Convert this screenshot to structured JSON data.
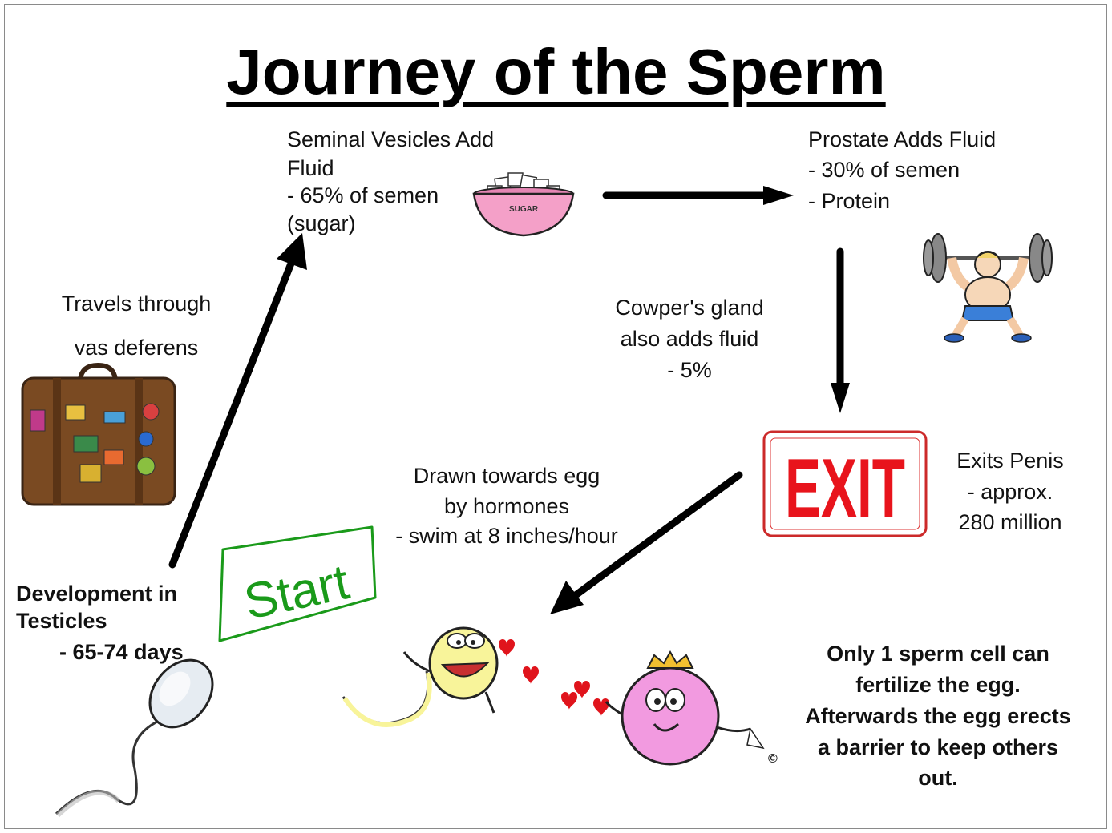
{
  "title": "Journey of the Sperm",
  "steps": {
    "seminal": {
      "heading": "Seminal Vesicles Add Fluid",
      "detail1": "- 65% of semen",
      "detail2": "(sugar)"
    },
    "prostate": {
      "heading": "Prostate Adds Fluid",
      "detail1": "- 30% of semen",
      "detail2": "- Protein"
    },
    "cowper": {
      "line1": "Cowper's gland",
      "line2": "also adds fluid",
      "line3": "- 5%"
    },
    "exit": {
      "line1": "Exits Penis",
      "line2": "- approx.",
      "line3": "280 million"
    },
    "drawn": {
      "line1": "Drawn towards egg",
      "line2": "by hormones",
      "line3": "- swim at 8 inches/hour"
    },
    "vas": {
      "line1": "Travels through",
      "line2": "vas deferens"
    },
    "development": {
      "line1": "Development in",
      "line2": "Testicles",
      "line3": "- 65-74 days"
    },
    "fertilize": {
      "line1": "Only 1 sperm cell can",
      "line2": "fertilize the egg.",
      "line3": "Afterwards the egg erects",
      "line4": "a barrier to keep others",
      "line5": "out."
    }
  },
  "start_label": "Start",
  "exit_sign_text": "EXIT",
  "sugar_label": "SUGAR",
  "copyright_mark": "©",
  "colors": {
    "arrow": "#000000",
    "start_box": "#1a9a1a",
    "exit_red": "#e8141c",
    "bowl_pink": "#f4a0c8",
    "egg_pink": "#f29ae0",
    "sperm_yellow": "#f8f49a",
    "heart_red": "#e0141c",
    "suitcase_brown": "#7a4a22"
  },
  "icons": [
    "sugar-bowl-icon",
    "weightlifter-icon",
    "suitcase-icon",
    "exit-sign-icon",
    "sperm-icon",
    "cartoon-sperm-icon",
    "cartoon-egg-icon",
    "heart-icon"
  ]
}
